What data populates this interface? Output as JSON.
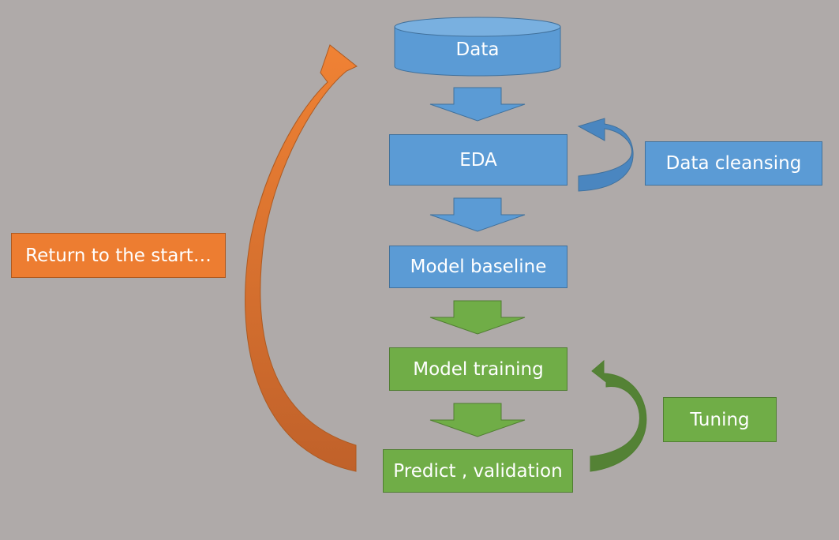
{
  "nodes": {
    "data": "Data",
    "eda": "EDA",
    "data_cleansing": "Data cleansing",
    "model_baseline": "Model baseline",
    "model_training": "Model training",
    "predict_validation": "Predict , validation",
    "tuning": "Tuning",
    "return_to_start": "Return to the start…"
  },
  "colors": {
    "background": "#afaaa9",
    "blue": "#5b9bd5",
    "green": "#70ad47",
    "orange": "#ed7d31"
  }
}
